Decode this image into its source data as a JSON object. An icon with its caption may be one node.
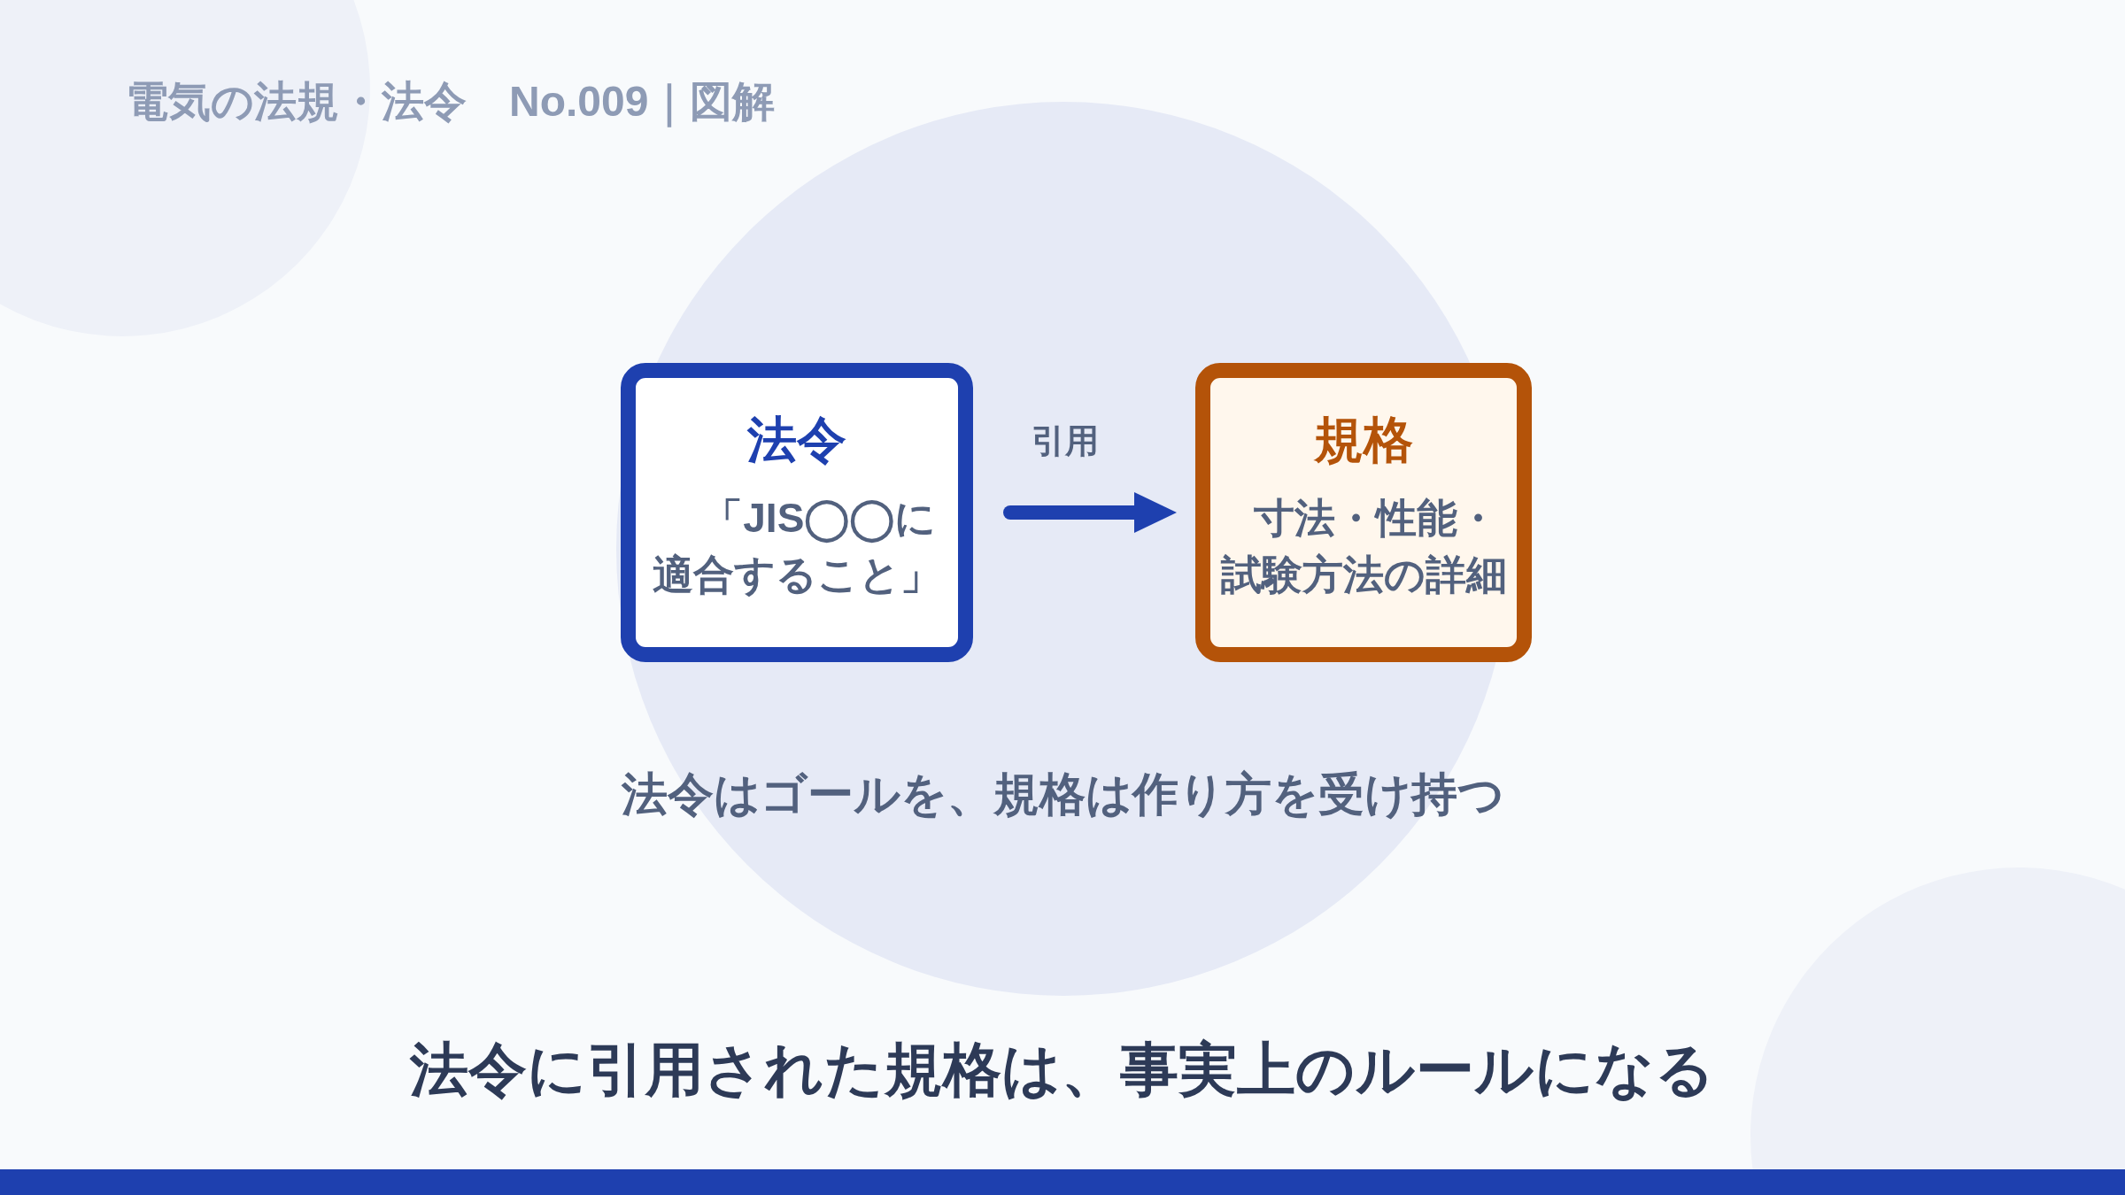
{
  "diagram": {
    "title": "電気の法規・法令　No.009｜図解",
    "caption": "法令に引用された規格は、事実上のルールになる",
    "nodes": [
      {
        "text": [
          "法令",
          "「JIS◯◯に適合すること」"
        ]
      },
      {
        "text": [
          "規格",
          "寸法・性能・試験方法の詳細"
        ]
      }
    ],
    "edges": [
      {
        "from": 0,
        "to": 1,
        "arrow": "to",
        "label": "引用"
      }
    ],
    "labels": [
      "法令はゴールを、規格は作り方を受け持つ"
    ]
  }
}
